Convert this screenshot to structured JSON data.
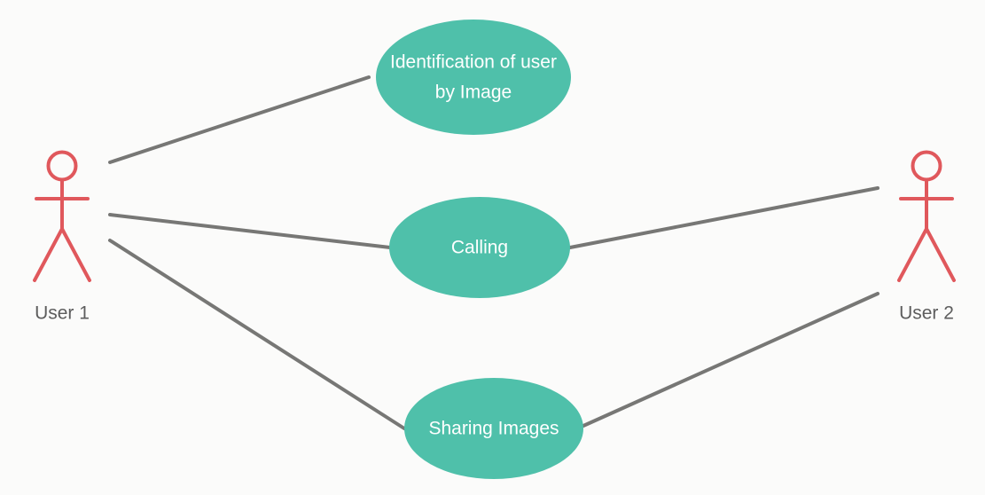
{
  "actors": [
    {
      "name": "User 1"
    },
    {
      "name": "User 2"
    }
  ],
  "use_cases": [
    {
      "lines": [
        "Identification of user",
        "by Image"
      ]
    },
    {
      "lines": [
        "Calling"
      ]
    },
    {
      "lines": [
        "Sharing Images"
      ]
    }
  ],
  "colors": {
    "actor": "#e0585c",
    "use_case_fill": "#4fc0aa",
    "association": "#777775",
    "use_case_text": "#ffffff",
    "actor_label": "#5d5d5d",
    "background": "#fbfbfa"
  }
}
